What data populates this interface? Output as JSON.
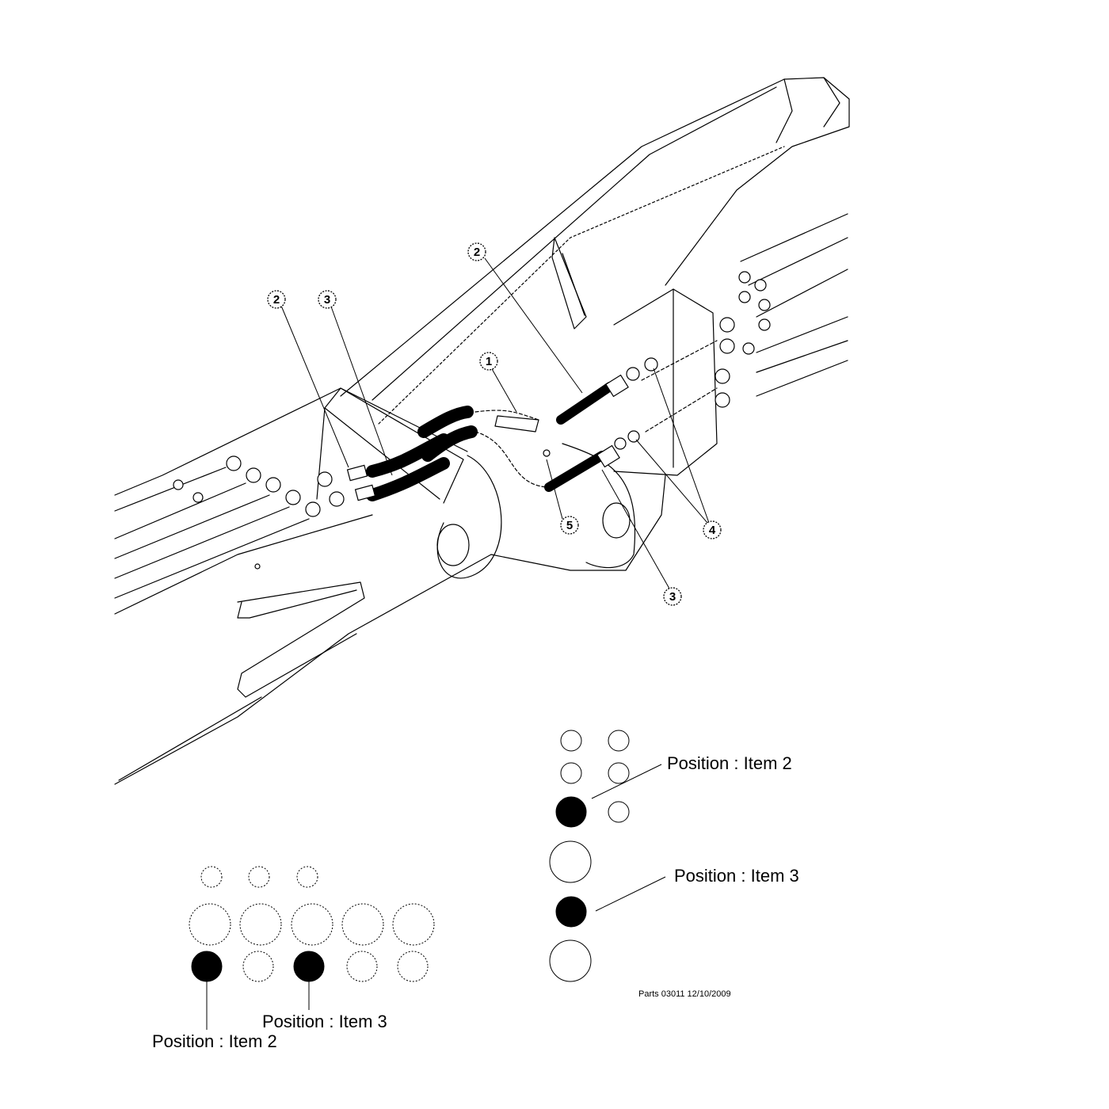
{
  "drawing": {
    "callouts": [
      {
        "id": "c1",
        "label": "1"
      },
      {
        "id": "c2a",
        "label": "2"
      },
      {
        "id": "c2b",
        "label": "2"
      },
      {
        "id": "c3a",
        "label": "3"
      },
      {
        "id": "c3b",
        "label": "3"
      },
      {
        "id": "c4",
        "label": "4"
      },
      {
        "id": "c5",
        "label": "5"
      }
    ]
  },
  "legend_right": {
    "item2_label": "Position : Item 2",
    "item3_label": "Position : Item 3"
  },
  "legend_left": {
    "item2_label": "Position : Item 2",
    "item3_label": "Position : Item 3"
  },
  "footer": {
    "stamp": "Parts 03011 12/10/2009"
  }
}
